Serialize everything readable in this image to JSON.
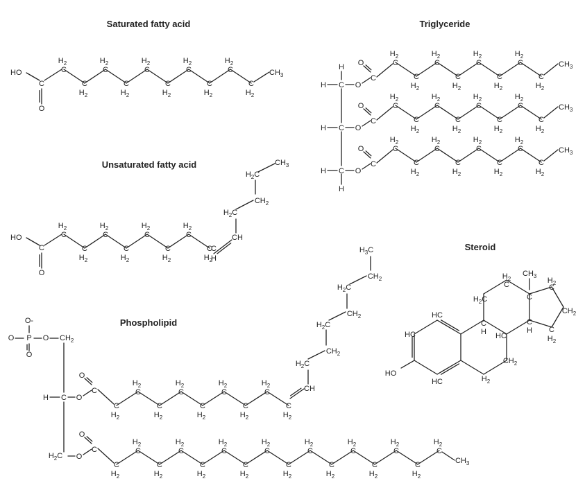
{
  "titles": {
    "saturated": "Saturated fatty acid",
    "triglyceride": "Triglyceride",
    "unsaturated": "Unsaturated fatty acid",
    "steroid": "Steroid",
    "phospholipid": "Phospholipid"
  },
  "atoms": {
    "HO": "HO",
    "O": "O",
    "C": "C",
    "H": "H",
    "H2": "H",
    "sub2": "2",
    "CH": "CH",
    "CH2": "CH",
    "CH3": "CH",
    "sub3": "3",
    "H2C": "H",
    "H3C": "H",
    "HC": "HC",
    "P": "P",
    "Ominus": "O-"
  }
}
